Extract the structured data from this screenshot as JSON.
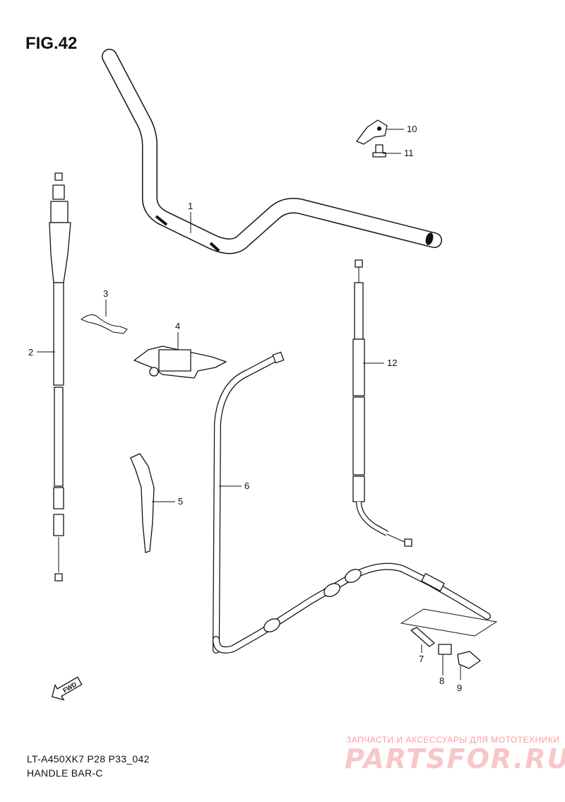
{
  "figure": {
    "title": "FIG.42"
  },
  "footer": {
    "model_code": "LT-A450XK7 P28 P33_042",
    "section_name": "HANDLE BAR-C"
  },
  "direction_marker": {
    "label": "FWD",
    "icon": "arrow-fwd-icon"
  },
  "callouts": [
    "1",
    "2",
    "3",
    "4",
    "5",
    "6",
    "7",
    "8",
    "9",
    "10",
    "11",
    "12"
  ],
  "watermark": {
    "tagline": "ЗАПЧАСТИ И АКСЕССУАРЫ ДЛЯ МОТОТЕХНИКИ",
    "logo": "PARTSFOR.RU"
  }
}
